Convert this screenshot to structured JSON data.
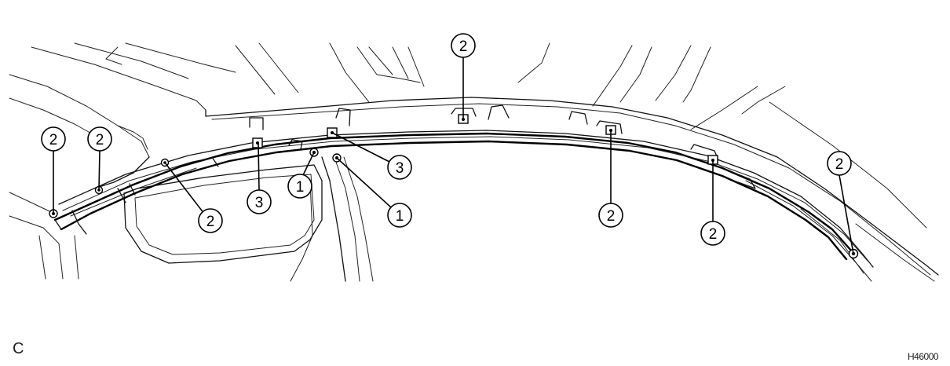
{
  "diagram": {
    "corner_letter": "C",
    "figure_code": "H46000",
    "callouts": [
      {
        "label": "2"
      },
      {
        "label": "2"
      },
      {
        "label": "2"
      },
      {
        "label": "3"
      },
      {
        "label": "1"
      },
      {
        "label": "1"
      },
      {
        "label": "3"
      },
      {
        "label": "2"
      },
      {
        "label": "2"
      },
      {
        "label": "2"
      },
      {
        "label": "2"
      }
    ]
  }
}
